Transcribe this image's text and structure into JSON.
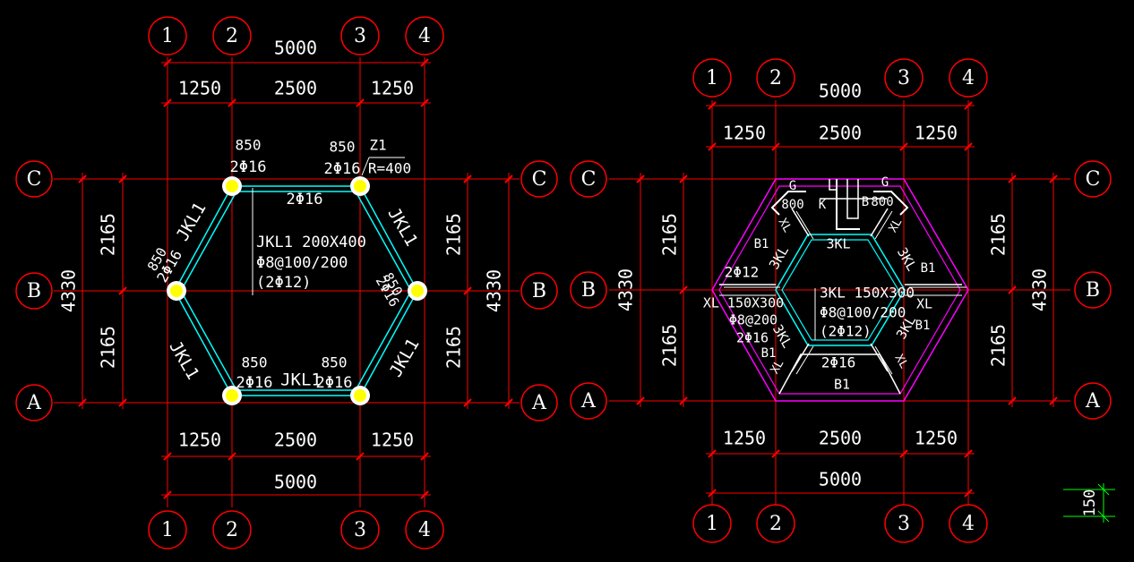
{
  "colors": {
    "background": "#000000",
    "grid": "#ff0000",
    "beam": "#00ffff",
    "column": "#ffff00",
    "slab_outline": "#ff00ff",
    "text": "#ffffff",
    "scale_mark": "#00ff00"
  },
  "left_plan": {
    "axes_x": [
      "1",
      "2",
      "3",
      "4"
    ],
    "axes_y": [
      "C",
      "B",
      "A"
    ],
    "dims": {
      "total_x": "5000",
      "seg1": "1250",
      "seg2": "2500",
      "seg3": "1250",
      "y_seg": "2165",
      "y_total": "4330"
    },
    "labels": {
      "col_size": "850",
      "col_rebar": "2Φ16",
      "top_beam_rebar": "2Φ16",
      "z1": "Z1",
      "z1_radius": "R=400",
      "beam_jkl1": "JKL1",
      "beam_spec_name": "JKL1 200X400",
      "beam_stirrup": "Φ8@100/200",
      "beam_bar": "(2Φ12)"
    }
  },
  "right_plan": {
    "axes_x": [
      "1",
      "2",
      "3",
      "4"
    ],
    "axes_y": [
      "C",
      "B",
      "A"
    ],
    "dims": {
      "total_x": "5000",
      "seg1": "1250",
      "seg2": "2500",
      "seg3": "1250",
      "y_seg": "2165",
      "y_total": "4330"
    },
    "labels": {
      "g": "G",
      "k": "K",
      "b": "B",
      "b1": "B1",
      "size_800": "800",
      "beam_3kl": "3KL",
      "xl": "XL",
      "xl_spec": "XL 150X300",
      "xl_stirrup": "Φ8@200",
      "xl_bar": "2Φ16",
      "rebar_2_12": "2Φ12",
      "beam_3kl_spec": "3KL 150X300",
      "beam_3kl_stirrup": "Φ8@100/200",
      "beam_3kl_bar": "(2Φ12)",
      "bottom_bar": "2Φ16",
      "bottom_b1": "B1"
    }
  },
  "scale_mark": "150"
}
